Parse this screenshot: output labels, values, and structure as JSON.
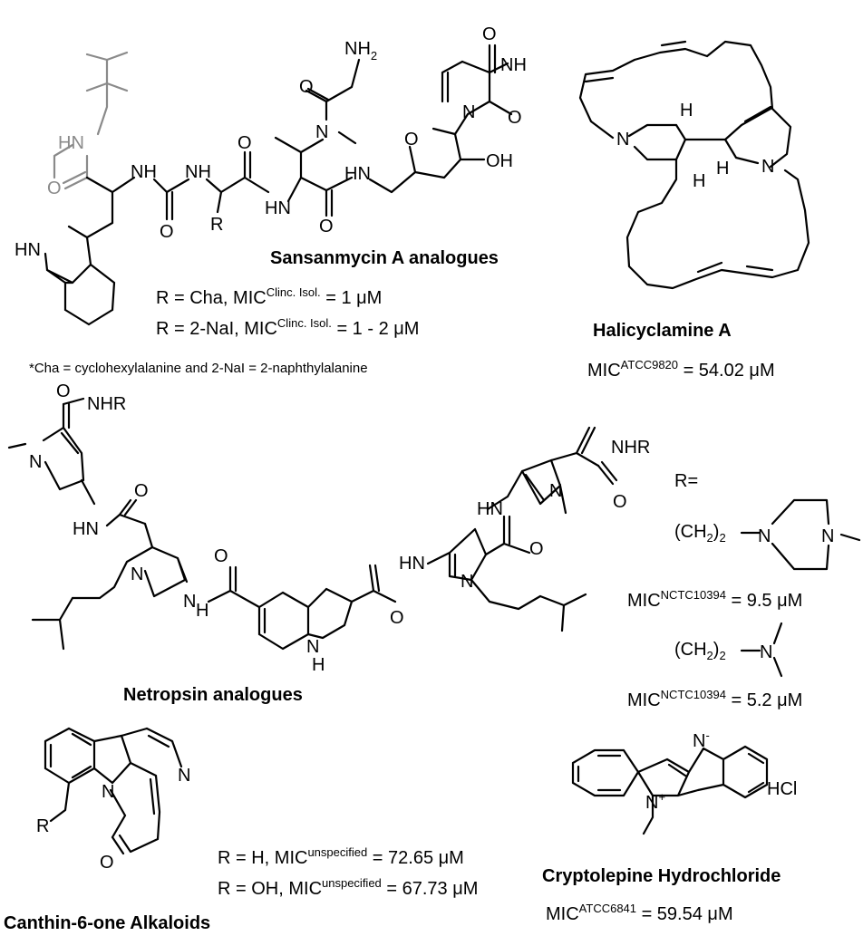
{
  "sansanmycin": {
    "title": "Sansanmycin A analogues",
    "line1": "R = Cha,  MIC",
    "line1_sup": "Clinc. Isol.",
    "line1_val": " = 1 μM",
    "line2": "R = 2-NaI, MIC",
    "line2_sup": "Clinc. Isol.",
    "line2_val": " = 1 - 2 μM",
    "note": "*Cha = cyclohexylalanine and 2-NaI = 2-naphthylalanine"
  },
  "halicyclamine": {
    "title": "Halicyclamine A",
    "mic": "MIC",
    "mic_sup": "ATCC9820",
    "mic_val": " = 54.02 μM"
  },
  "netropsin": {
    "title": "Netropsin analogues",
    "r_label": "R=",
    "r1_prefix": "(CH",
    "r1_sub": "2",
    "r1_suffix": ")",
    "r1_sub2": "2",
    "mic1": "MIC",
    "mic1_sup": "NCTC10394",
    "mic1_val": " = 9.5 μM",
    "mic2": "MIC",
    "mic2_sup": "NCTC10394",
    "mic2_val": " = 5.2 μM"
  },
  "canthin": {
    "title": "Canthin-6-one Alkaloids",
    "line1": "R = H, MIC",
    "line1_sup": "unspecified",
    "line1_val": " = 72.65 μM",
    "line2": "R = OH, MIC",
    "line2_sup": "unspecified",
    "line2_val": " = 67.73 μM"
  },
  "cryptolepine": {
    "title": "Cryptolepine Hydrochloride",
    "hcl": "HCl",
    "mic": "MIC",
    "mic_sup": "ATCC6841",
    "mic_val": " = 59.54 μM"
  },
  "atoms": {
    "o": "O",
    "n": "N",
    "hn": "HN",
    "nh": "NH",
    "nh2": "NH",
    "two": "2",
    "oh": "OH",
    "h": "H",
    "r": "R",
    "nhr": "NHR",
    "plus": "+",
    "minus": "-"
  }
}
